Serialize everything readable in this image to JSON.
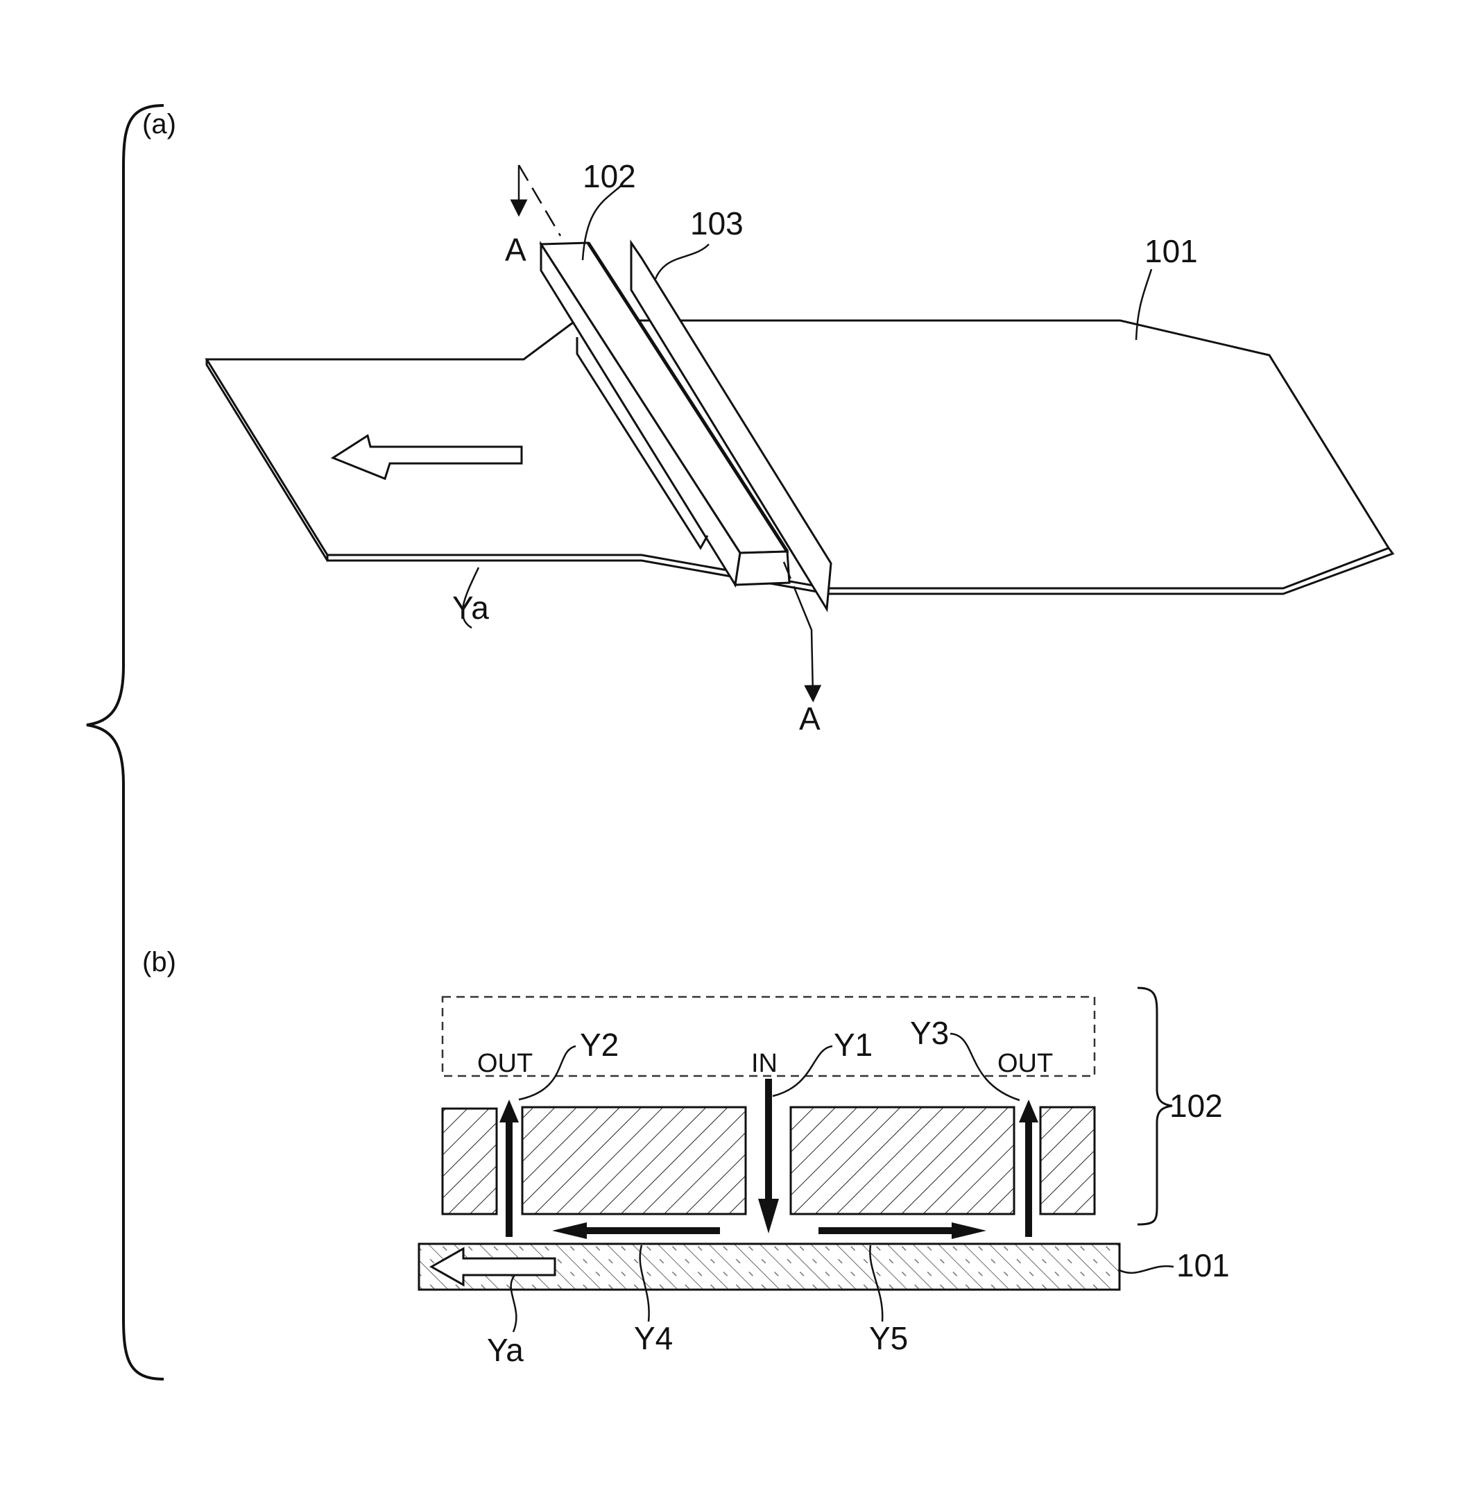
{
  "panel_a": {
    "label": "(a)",
    "section_top": "A",
    "section_bottom": "A",
    "ref_bar": "102",
    "ref_plate": "103",
    "ref_sheet": "101",
    "ref_arrow": "Ya"
  },
  "panel_b": {
    "label": "(b)",
    "out_left": "OUT",
    "out_right": "OUT",
    "in_label": "IN",
    "y1": "Y1",
    "y2": "Y2",
    "y3": "Y3",
    "y4": "Y4",
    "y5": "Y5",
    "ya": "Ya",
    "ref_head": "102",
    "ref_sheet": "101"
  }
}
